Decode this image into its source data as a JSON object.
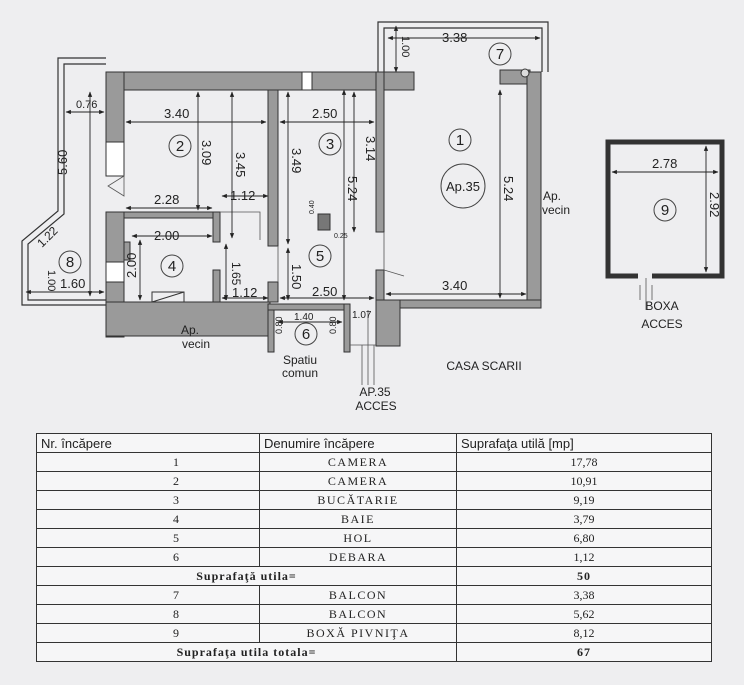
{
  "rooms": [
    {
      "id": "1",
      "label": "1",
      "ap": "Ap.35"
    },
    {
      "id": "2",
      "label": "2"
    },
    {
      "id": "3",
      "label": "3"
    },
    {
      "id": "4",
      "label": "4"
    },
    {
      "id": "5",
      "label": "5"
    },
    {
      "id": "6",
      "label": "6"
    },
    {
      "id": "7",
      "label": "7"
    },
    {
      "id": "8",
      "label": "8"
    },
    {
      "id": "9",
      "label": "9"
    }
  ],
  "dimensions": [
    "3.38",
    "1.00",
    "0.76",
    "3.40",
    "3.09",
    "3.45",
    "2.50",
    "3.49",
    "3.14",
    "5.24",
    "5.24",
    "5.60",
    "2.28",
    "1.12",
    "2.00",
    "2.00",
    "1.65",
    "1.22",
    "1.00",
    "1.60",
    "1.12",
    "1.50",
    "2.50",
    "3.40",
    "1.40",
    "0.80",
    "0.80",
    "1.07",
    "2.78",
    "2.92",
    "0.40",
    "0.25"
  ],
  "labels": {
    "ap_vecin_right": "Ap.\nvecin",
    "ap_vecin_bottom": "Ap.\nvecin",
    "spatiu_comun": "Spatiu\ncomun",
    "casa_scarii": "CASA SCARII",
    "ap35_acces": "AP.35\nACCES",
    "boxa_acces": "BOXA\nACCES"
  },
  "table": {
    "headers": [
      "Nr. încăpere",
      "Denumire încăpere",
      "Suprafaţa utilă [mp]"
    ],
    "rows": [
      {
        "nr": "1",
        "name": "CAMERA",
        "area": "17,78"
      },
      {
        "nr": "2",
        "name": "CAMERA",
        "area": "10,91"
      },
      {
        "nr": "3",
        "name": "BUCĂTARIE",
        "area": "9,19"
      },
      {
        "nr": "4",
        "name": "BAIE",
        "area": "3,79"
      },
      {
        "nr": "5",
        "name": "HOL",
        "area": "6,80"
      },
      {
        "nr": "6",
        "name": "DEBARA",
        "area": "1,12"
      }
    ],
    "subtotal": {
      "label": "Suprafaţă utila=",
      "value": "50"
    },
    "rows2": [
      {
        "nr": "7",
        "name": "BALCON",
        "area": "3,38"
      },
      {
        "nr": "8",
        "name": "BALCON",
        "area": "5,62"
      },
      {
        "nr": "9",
        "name": "BOXĂ PIVNIŢA",
        "area": "8,12"
      }
    ],
    "total": {
      "label": "Suprafaţa utila totala=",
      "value": "67"
    }
  }
}
